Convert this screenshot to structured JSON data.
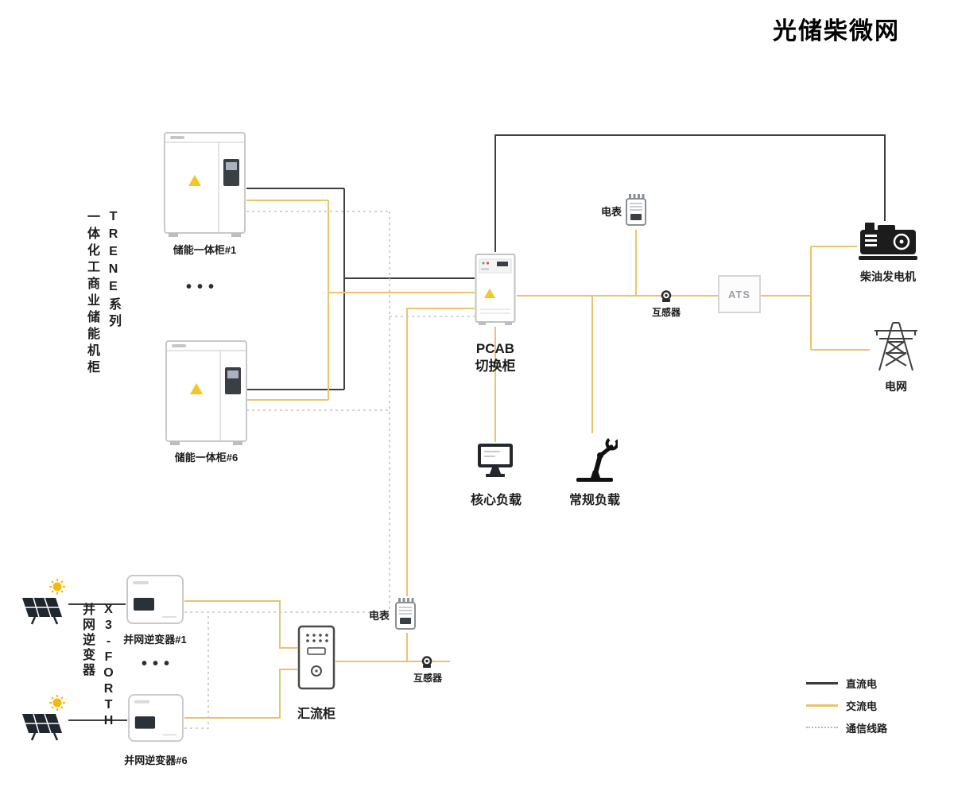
{
  "title": "光储柴微网",
  "colors": {
    "dc": "#3b3b3b",
    "ac": "#e9c46a",
    "comm": "#bdbdbd"
  },
  "left_series": {
    "line1": "TRENE系列",
    "line2": "一体化工商业储能机柜"
  },
  "inverter_series": {
    "line1": "X3-FORTH",
    "line2": "并网逆变器"
  },
  "dots": "•••",
  "nodes": {
    "cabinet1": {
      "label": "储能一体柜#1"
    },
    "cabinet6": {
      "label": "储能一体柜#6"
    },
    "pcab": {
      "label_line1": "PCAB",
      "label_line2": "切换柜"
    },
    "meter_top": {
      "label": "电表"
    },
    "ct_top": {
      "label": "互感器"
    },
    "ats": {
      "label": "ATS"
    },
    "generator": {
      "label": "柴油发电机"
    },
    "grid": {
      "label": "电网"
    },
    "core_load": {
      "label": "核心负载"
    },
    "normal_load": {
      "label": "常规负载"
    },
    "inverter1": {
      "label": "并网逆变器#1"
    },
    "inverter6": {
      "label": "并网逆变器#6"
    },
    "combiner": {
      "label": "汇流柜"
    },
    "meter_bottom": {
      "label": "电表"
    },
    "ct_bottom": {
      "label": "互感器"
    }
  },
  "legend": [
    {
      "id": "dc",
      "label": "直流电"
    },
    {
      "id": "ac",
      "label": "交流电"
    },
    {
      "id": "comm",
      "label": "通信线路"
    }
  ]
}
